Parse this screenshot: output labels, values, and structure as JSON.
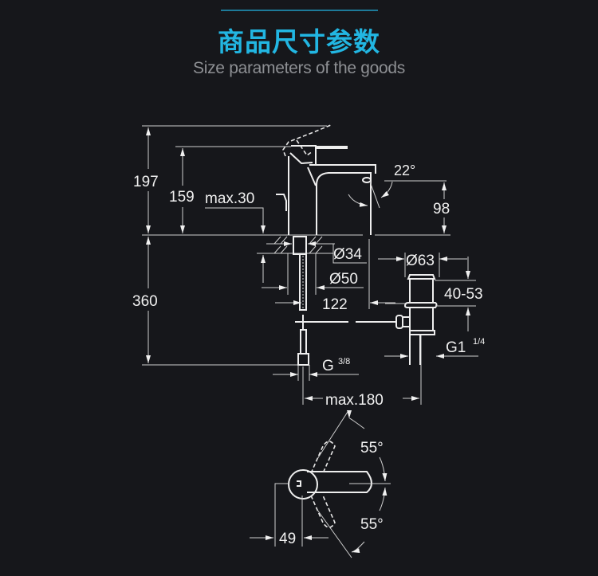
{
  "header": {
    "title": "商品尺寸参数",
    "subtitle": "Size parameters of the goods",
    "accent_color": "#22b6e2"
  },
  "drawing": {
    "side_view": {
      "total_height": "197",
      "spout_height": "159",
      "max_pop_up": "max.30",
      "spout_angle": "22°",
      "spout_outlet_height": "98",
      "hole_diameter": "Ø34",
      "base_diameter": "Ø50",
      "spout_reach": "122",
      "below_deck_length": "360",
      "waste_diameter": "Ø63",
      "waste_range": "40-53",
      "waste_thread": "G1",
      "waste_thread_fraction": "1/4",
      "supply_thread": "G",
      "supply_thread_fraction": "3/8",
      "max_waste_distance": "max.180"
    },
    "top_view": {
      "lever_angle_up": "55°",
      "lever_angle_down": "55°",
      "body_offset": "49"
    }
  }
}
